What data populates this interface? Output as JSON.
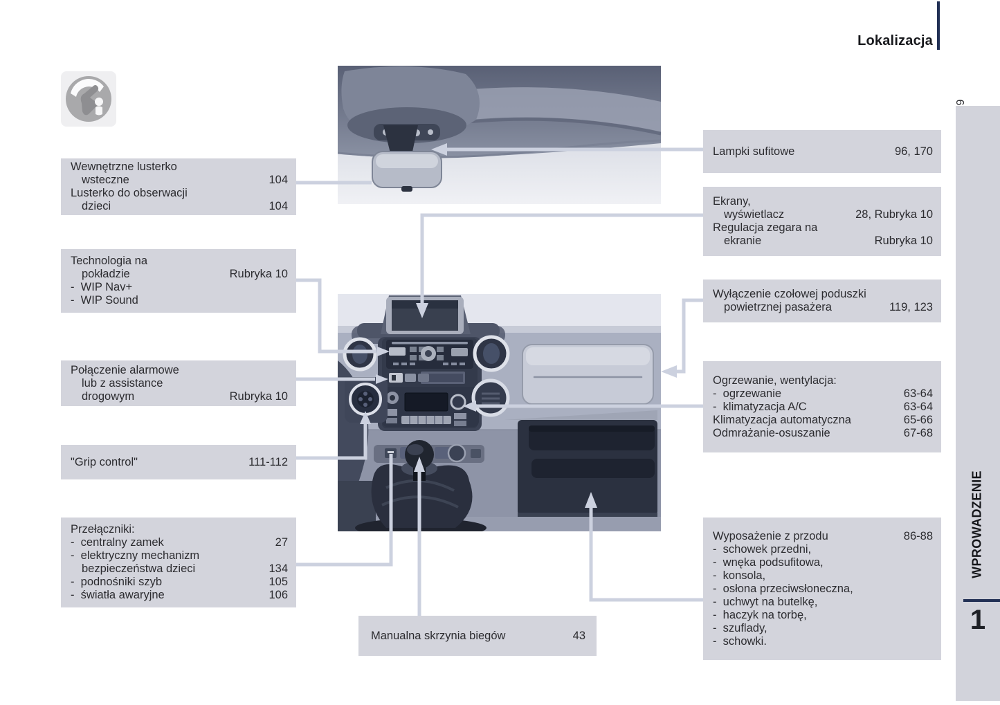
{
  "header": {
    "title": "Lokalizacja"
  },
  "sidebar": {
    "page_number": "9",
    "section_label": "WPROWADZENIE",
    "chapter_number": "1"
  },
  "icons": {
    "driver_pictogram": "hands-on-steering-wheel-icon"
  },
  "colors": {
    "accent_navy": "#223055",
    "callout_box_bg": "#d3d4dc",
    "connector_line": "#ccd1df",
    "sidebar_bg": "#d2d3db"
  },
  "callouts": {
    "mirrors": {
      "rows": [
        {
          "label": "Wewnętrzne lusterko\nwsteczne",
          "page": "104"
        },
        {
          "label": "Lusterko do obserwacji\ndzieci",
          "page": "104"
        }
      ]
    },
    "technology": {
      "rows": [
        {
          "label": "Technologia na\npokładzie",
          "page": "Rubryka 10"
        },
        {
          "label": "-  WIP Nav+",
          "page": ""
        },
        {
          "label": "-  WIP Sound",
          "page": ""
        }
      ]
    },
    "assistance": {
      "rows": [
        {
          "label": "Połączenie alarmowe\nlub z assistance\ndrogowym",
          "page": "Rubryka 10"
        }
      ]
    },
    "grip": {
      "rows": [
        {
          "label": "\"Grip control\"",
          "page": "111-112"
        }
      ]
    },
    "switches": {
      "rows": [
        {
          "label": "Przełączniki:",
          "page": ""
        },
        {
          "label": "-  centralny zamek",
          "page": "27"
        },
        {
          "label": "-  elektryczny mechanizm\nbezpieczeństwa dzieci",
          "page": "134"
        },
        {
          "label": "-  podnośniki szyb",
          "page": "105"
        },
        {
          "label": "-  światła awaryjne",
          "page": "106"
        }
      ]
    },
    "gearbox": {
      "rows": [
        {
          "label": "Manualna skrzynia biegów",
          "page": "43"
        }
      ]
    },
    "ceiling_lamps": {
      "rows": [
        {
          "label": "Lampki sufitowe",
          "page": "96, 170"
        }
      ]
    },
    "screens": {
      "rows": [
        {
          "label": "Ekrany,\nwyświetlacz",
          "page": "28, Rubryka 10"
        },
        {
          "label": "Regulacja zegara na\nekranie",
          "page": "Rubryka 10"
        }
      ]
    },
    "airbag": {
      "rows": [
        {
          "label": "Wyłączenie czołowej poduszki\npowietrznej pasażera",
          "page": "119, 123"
        }
      ]
    },
    "heating": {
      "rows": [
        {
          "label": "Ogrzewanie, wentylacja:",
          "page": ""
        },
        {
          "label": "-  ogrzewanie",
          "page": "63-64"
        },
        {
          "label": "-  klimatyzacja A/C",
          "page": "63-64"
        },
        {
          "label": "Klimatyzacja automatyczna",
          "page": "65-66"
        },
        {
          "label": "Odmrażanie-osuszanie",
          "page": "67-68"
        }
      ]
    },
    "front_equipment": {
      "rows": [
        {
          "label": "Wyposażenie z przodu",
          "page": "86-88"
        },
        {
          "label": "-  schowek przedni,",
          "page": ""
        },
        {
          "label": "-  wnęka podsufitowa,",
          "page": ""
        },
        {
          "label": "-  konsola,",
          "page": ""
        },
        {
          "label": "-  osłona przeciwsłoneczna,",
          "page": ""
        },
        {
          "label": "-  uchwyt na butelkę,",
          "page": ""
        },
        {
          "label": "-  haczyk na torbę,",
          "page": ""
        },
        {
          "label": "-  szuflady,",
          "page": ""
        },
        {
          "label": "-  schowki.",
          "page": ""
        }
      ]
    }
  }
}
